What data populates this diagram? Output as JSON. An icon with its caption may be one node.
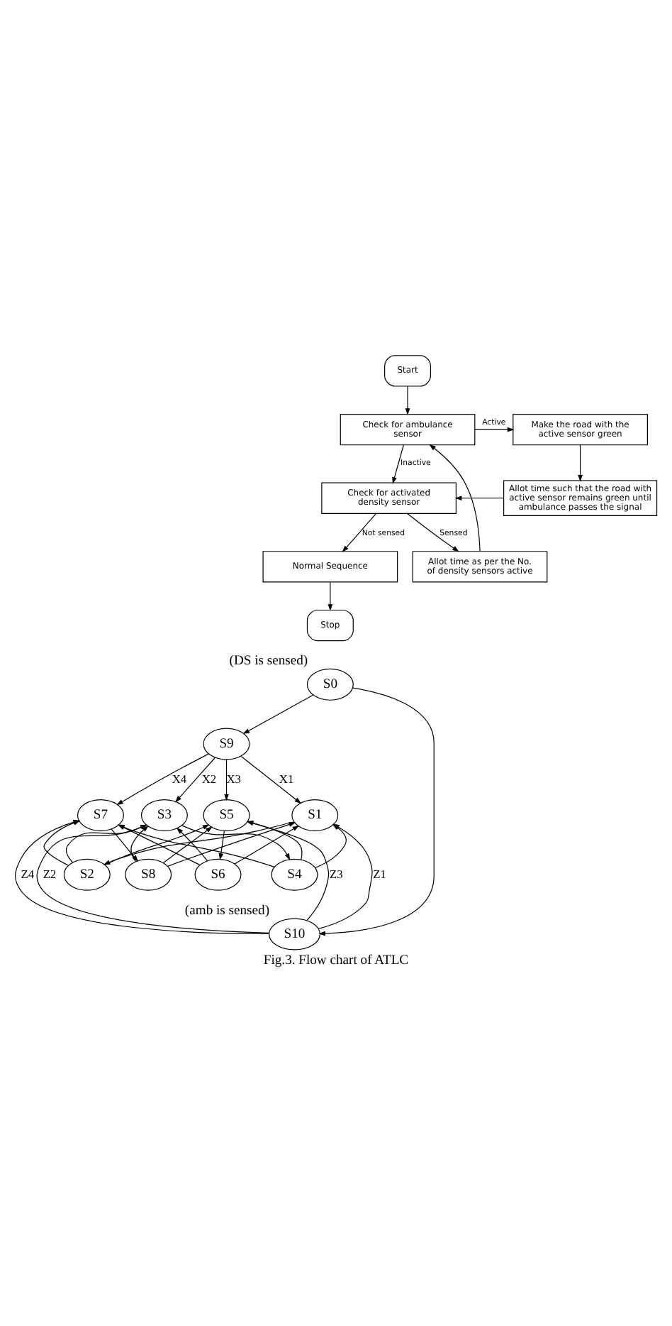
{
  "diagram": {
    "caption": "Fig.3. Flow chart of ATLC",
    "nodes": [
      {
        "text": [
          "Start"
        ]
      },
      {
        "text": [
          "Check for ambulance sensor"
        ]
      },
      {
        "text": [
          "Make the road with the active sensor green"
        ]
      },
      {
        "text": [
          "Allot time such that the road with active sensor remains green until ambulance passes the signal"
        ]
      },
      {
        "text": [
          "Check for activated density sensor"
        ]
      },
      {
        "text": [
          "Allot time as per the No. of density sensors active"
        ]
      },
      {
        "text": [
          "Normal Sequence"
        ]
      },
      {
        "text": [
          "Stop"
        ]
      },
      {
        "text": [
          "S0"
        ],
        "beside": [
          "(DS is sensed)"
        ]
      },
      {
        "text": [
          "S9"
        ]
      },
      {
        "text": [
          "S1"
        ]
      },
      {
        "text": [
          "S3"
        ]
      },
      {
        "text": [
          "S5"
        ]
      },
      {
        "text": [
          "S7"
        ]
      },
      {
        "text": [
          "S2"
        ]
      },
      {
        "text": [
          "S4"
        ]
      },
      {
        "text": [
          "S6"
        ]
      },
      {
        "text": [
          "S8"
        ]
      },
      {
        "text": [
          "S10"
        ],
        "beside": [
          "(amb is sensed)"
        ]
      }
    ],
    "edges": [
      {
        "from": 0,
        "to": 1,
        "arrow": "to"
      },
      {
        "from": 1,
        "to": 2,
        "label": "Active",
        "arrow": "to"
      },
      {
        "from": 2,
        "to": 3,
        "arrow": "to"
      },
      {
        "from": 3,
        "to": 4,
        "arrow": "to"
      },
      {
        "from": 1,
        "to": 4,
        "label": "Inactive",
        "arrow": "to"
      },
      {
        "from": 4,
        "to": 5,
        "label": "Sensed",
        "arrow": "to"
      },
      {
        "from": 4,
        "to": 6,
        "label": "Not sensed",
        "arrow": "to"
      },
      {
        "from": 5,
        "to": 1,
        "arrow": "to"
      },
      {
        "from": 6,
        "to": 7,
        "arrow": "to"
      },
      {
        "from": 8,
        "to": 9,
        "arrow": "to"
      },
      {
        "from": 8,
        "to": 18,
        "arrow": "to"
      },
      {
        "from": 9,
        "to": 10,
        "label": "X1",
        "arrow": "to"
      },
      {
        "from": 9,
        "to": 11,
        "label": "X2",
        "arrow": "to"
      },
      {
        "from": 9,
        "to": 12,
        "label": "X3",
        "arrow": "to"
      },
      {
        "from": 9,
        "to": 13,
        "label": "X4",
        "arrow": "to"
      },
      {
        "from": 10,
        "to": 14,
        "arrow": "to"
      },
      {
        "from": 11,
        "to": 15,
        "arrow": "to"
      },
      {
        "from": 12,
        "to": 16,
        "arrow": "to"
      },
      {
        "from": 13,
        "to": 17,
        "arrow": "to"
      },
      {
        "from": 14,
        "to": 11,
        "arrow": "to"
      },
      {
        "from": 14,
        "to": 12,
        "arrow": "to"
      },
      {
        "from": 14,
        "to": 13,
        "arrow": "to"
      },
      {
        "from": 15,
        "to": 10,
        "arrow": "to"
      },
      {
        "from": 15,
        "to": 12,
        "arrow": "to"
      },
      {
        "from": 15,
        "to": 13,
        "arrow": "to"
      },
      {
        "from": 16,
        "to": 10,
        "arrow": "to"
      },
      {
        "from": 16,
        "to": 11,
        "arrow": "to"
      },
      {
        "from": 16,
        "to": 13,
        "arrow": "to"
      },
      {
        "from": 17,
        "to": 10,
        "arrow": "to"
      },
      {
        "from": 17,
        "to": 11,
        "arrow": "to"
      },
      {
        "from": 17,
        "to": 12,
        "arrow": "to"
      },
      {
        "from": 18,
        "to": 10,
        "label": "Z1",
        "arrow": "to"
      },
      {
        "from": 18,
        "to": 11,
        "label": "Z2",
        "arrow": "to"
      },
      {
        "from": 18,
        "to": 12,
        "label": "Z3",
        "arrow": "to"
      },
      {
        "from": 18,
        "to": 13,
        "label": "Z4",
        "arrow": "to"
      }
    ]
  }
}
